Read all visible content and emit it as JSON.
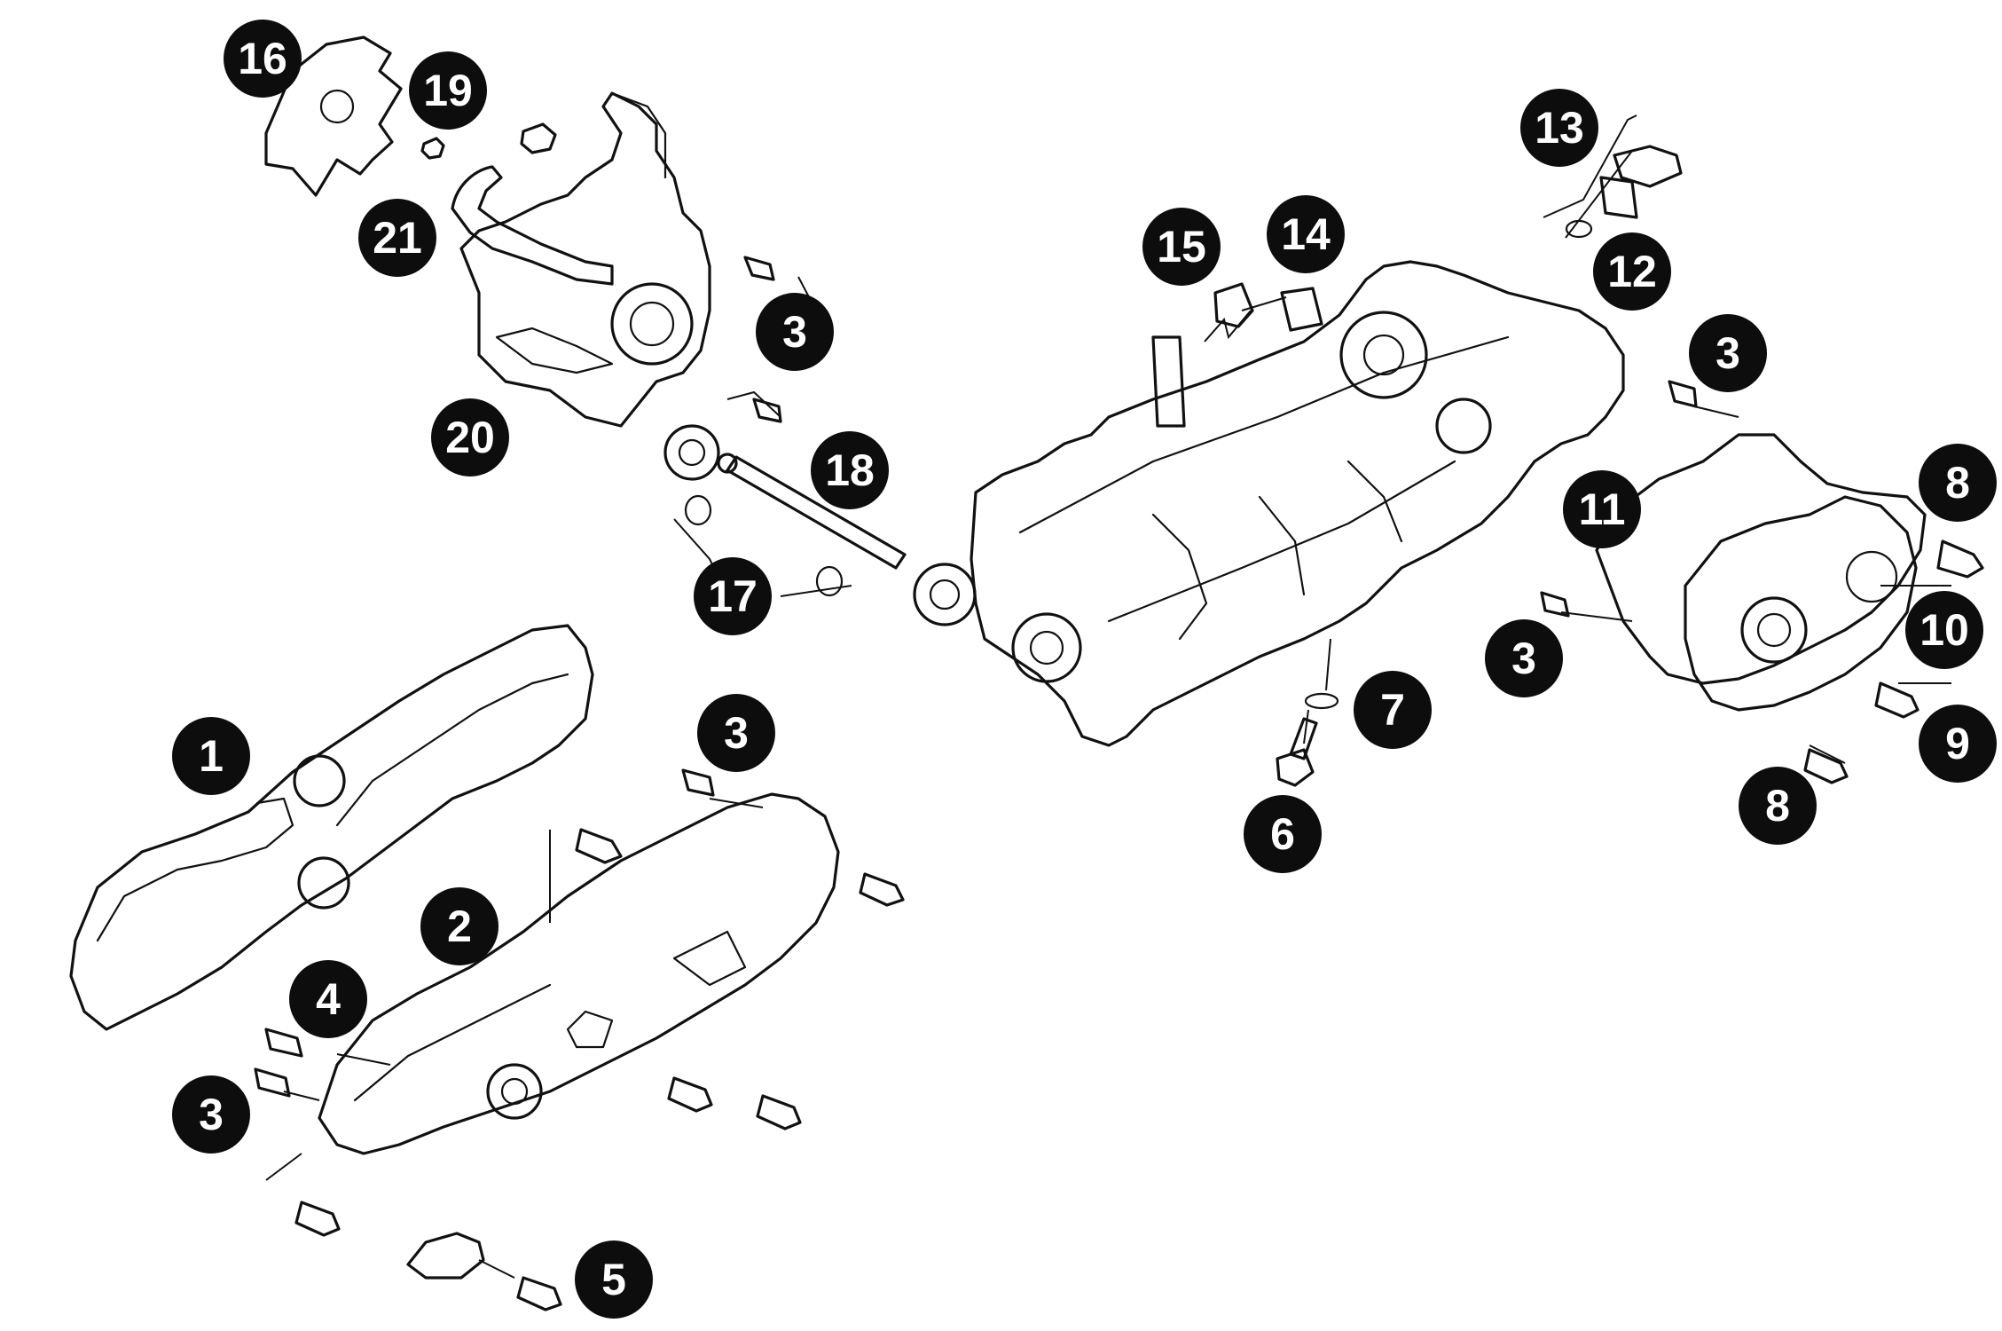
{
  "diagram": {
    "background": "#ffffff",
    "ink": "#111111",
    "callout_fill": "#0d0d0d",
    "callout_text_color": "#ffffff",
    "callouts": [
      {
        "id": "c16",
        "label": "16"
      },
      {
        "id": "c19",
        "label": "19"
      },
      {
        "id": "c21",
        "label": "21"
      },
      {
        "id": "c3a",
        "label": "3"
      },
      {
        "id": "c20",
        "label": "20"
      },
      {
        "id": "c18",
        "label": "18"
      },
      {
        "id": "c17",
        "label": "17"
      },
      {
        "id": "c15",
        "label": "15"
      },
      {
        "id": "c14",
        "label": "14"
      },
      {
        "id": "c13",
        "label": "13"
      },
      {
        "id": "c12",
        "label": "12"
      },
      {
        "id": "c3b",
        "label": "3"
      },
      {
        "id": "c8a",
        "label": "8"
      },
      {
        "id": "c11",
        "label": "11"
      },
      {
        "id": "c10",
        "label": "10"
      },
      {
        "id": "c3c",
        "label": "3"
      },
      {
        "id": "c9",
        "label": "9"
      },
      {
        "id": "c8b",
        "label": "8"
      },
      {
        "id": "c7",
        "label": "7"
      },
      {
        "id": "c6",
        "label": "6"
      },
      {
        "id": "c1",
        "label": "1"
      },
      {
        "id": "c3d",
        "label": "3"
      },
      {
        "id": "c2",
        "label": "2"
      },
      {
        "id": "c4",
        "label": "4"
      },
      {
        "id": "c3e",
        "label": "3"
      },
      {
        "id": "c5",
        "label": "5"
      }
    ]
  }
}
